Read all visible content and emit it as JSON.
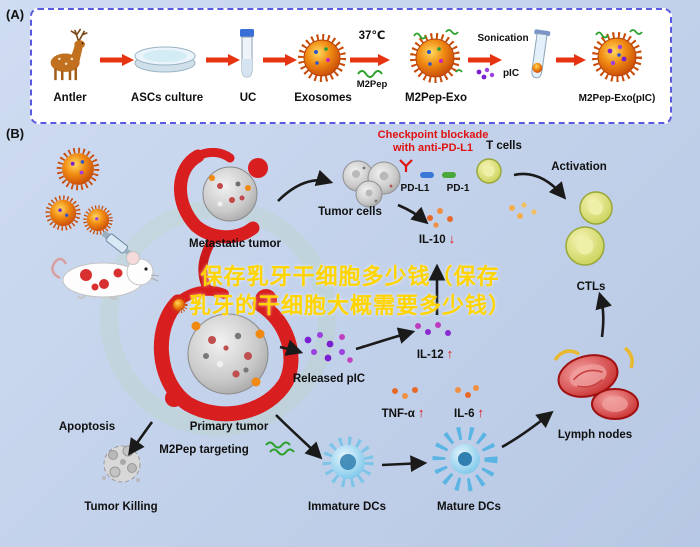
{
  "figure": {
    "panel_a": {
      "tag": "(A)",
      "steps": [
        {
          "name": "antler",
          "label": "Antler"
        },
        {
          "name": "ascs-culture",
          "label": "ASCs culture"
        },
        {
          "name": "uc",
          "label": "UC"
        },
        {
          "name": "exosomes",
          "label": "Exosomes"
        },
        {
          "name": "m2pep-exo",
          "label": "M2Pep-Exo"
        },
        {
          "name": "m2pep-exo-pic",
          "label": "M2Pep-Exo(pIC)"
        }
      ],
      "annotations": {
        "temperature": "37℃",
        "m2pep": "M2Pep",
        "sonication": "Sonication",
        "pic": "pIC"
      }
    },
    "panel_b": {
      "tag": "(B)",
      "checkpoint": {
        "line1": "Checkpoint blockade",
        "line2": "with anti-PD-L1"
      },
      "labels": {
        "t_cells": "T cells",
        "tumor_cells": "Tumor cells",
        "pd_l1": "PD-L1",
        "pd_1": "PD-1",
        "activation": "Activation",
        "metastatic_tumor": "Metastatic tumor",
        "ctls": "CTLs",
        "released_pic": "Released pIC",
        "lymph_nodes": "Lymph nodes",
        "apoptosis": "Apoptosis",
        "primary_tumor": "Primary tumor",
        "m2pep_targeting": "M2Pep targeting",
        "tumor_killing": "Tumor Killing",
        "immature_dcs": "Immature DCs",
        "mature_dcs": "Mature DCs"
      },
      "cytokines": [
        {
          "name": "IL-10",
          "direction": "↓"
        },
        {
          "name": "IL-12",
          "direction": "↑"
        },
        {
          "name": "TNF-α",
          "direction": "↑"
        },
        {
          "name": "IL-6",
          "direction": "↑"
        }
      ]
    },
    "watermark": {
      "line1": "保存乳牙干细胞多少钱（保存",
      "line2": "乳牙的干细胞大概需要多少钱）"
    },
    "colors": {
      "background": "#c2d1ea",
      "panel_border": "#5a5ae0",
      "arrow_red": "#e63312",
      "checkpoint_red": "#e01212",
      "watermark_yellow": "#ffd400",
      "exosome_orange": "#f08a12",
      "vessel_red": "#d81e1e",
      "dc_blue": "#6cc0e8",
      "ctl_yellow": "#c2cc48",
      "pic_purple": "#7a1fd0"
    }
  }
}
